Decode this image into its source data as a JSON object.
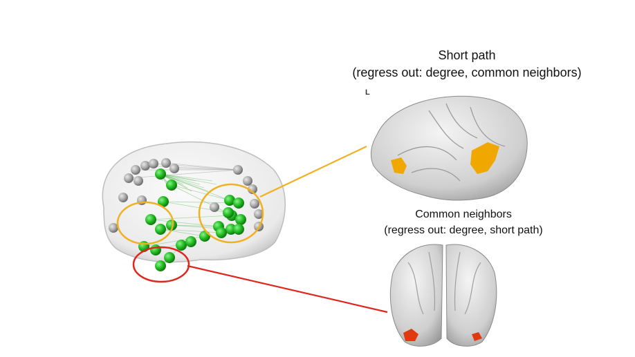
{
  "labels": {
    "short_path_title": "Short path",
    "short_path_subtitle": "(regress out: degree, common neighbors)",
    "common_neighbors_title": "Common neighbors",
    "common_neighbors_subtitle": "(regress out: degree, short path)",
    "orientation_mark": "L"
  },
  "colors": {
    "node_green": "#2ec22e",
    "node_gray": "#a9a9a9",
    "callout_yellow": "#f0b020",
    "callout_red": "#e0261c",
    "activation_orange": "#f0a800",
    "activation_red": "#e03a10",
    "cortex_gray": "#d9d9d9"
  }
}
